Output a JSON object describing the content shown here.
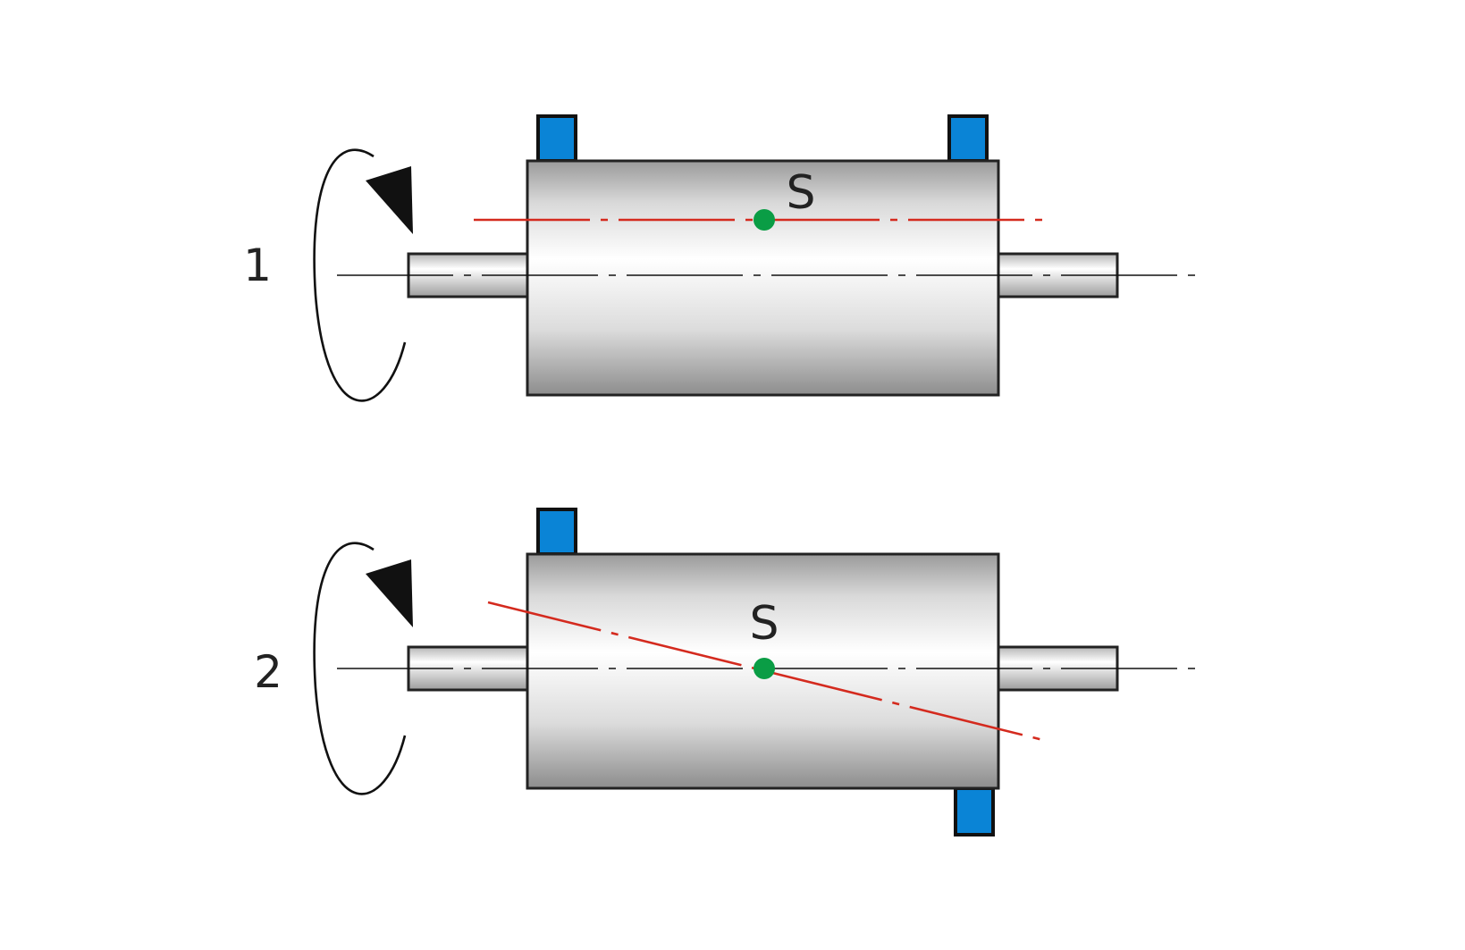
{
  "diagram": {
    "figures": [
      {
        "number": "1",
        "center_label": "S",
        "weights": [
          "top-left",
          "top-right"
        ]
      },
      {
        "number": "2",
        "center_label": "S",
        "weights": [
          "top-left",
          "bottom-right"
        ]
      }
    ],
    "colors": {
      "background": "#ffffff",
      "outline": "#222222",
      "axis_line": "#111111",
      "mass_axis": "#d42a1e",
      "center_dot": "#0a9d45",
      "weight_fill": "#0a84d6",
      "weight_stroke": "#111111",
      "arrow": "#111111"
    },
    "icons": {
      "rotation": "rotation-arrow-icon",
      "center_of_mass": "center-of-mass-dot",
      "balance_weight": "balance-weight-block"
    }
  }
}
